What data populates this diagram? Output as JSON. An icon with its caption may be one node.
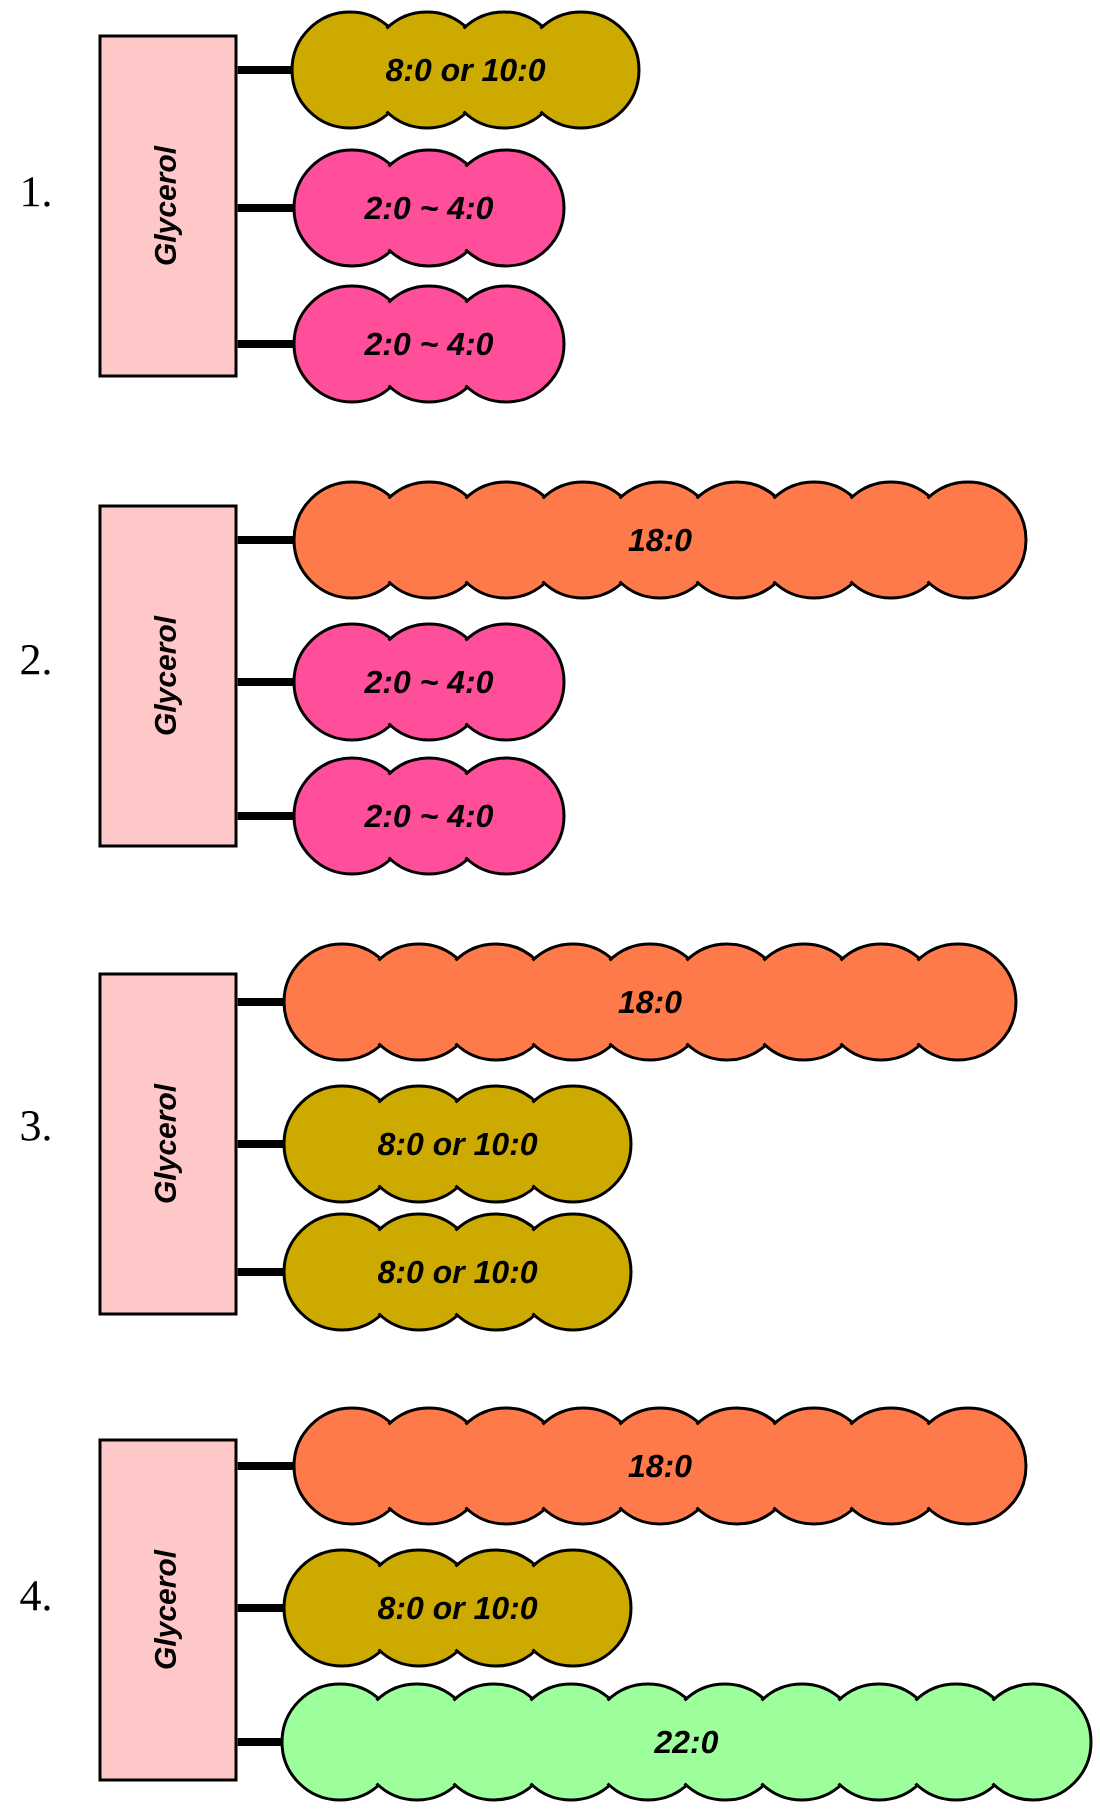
{
  "diagram": {
    "nodes": [
      {
        "text": [
          "Glycerol"
        ]
      },
      {
        "text": [
          "8:0 or 10:0"
        ]
      },
      {
        "text": [
          "2:0 ~ 4:0"
        ]
      },
      {
        "text": [
          "2:0 ~ 4:0"
        ]
      },
      {
        "text": [
          "Glycerol"
        ]
      },
      {
        "text": [
          "18:0"
        ]
      },
      {
        "text": [
          "2:0 ~ 4:0"
        ]
      },
      {
        "text": [
          "2:0 ~ 4:0"
        ]
      },
      {
        "text": [
          "Glycerol"
        ]
      },
      {
        "text": [
          "18:0"
        ]
      },
      {
        "text": [
          "8:0 or 10:0"
        ]
      },
      {
        "text": [
          "8:0 or 10:0"
        ]
      },
      {
        "text": [
          "Glycerol"
        ]
      },
      {
        "text": [
          "18:0"
        ]
      },
      {
        "text": [
          "8:0 or 10:0"
        ]
      },
      {
        "text": [
          "22:0"
        ]
      }
    ],
    "edges": [
      {
        "from": 0,
        "to": 1,
        "arrow": "none"
      },
      {
        "from": 0,
        "to": 2,
        "arrow": "none"
      },
      {
        "from": 0,
        "to": 3,
        "arrow": "none"
      },
      {
        "from": 4,
        "to": 5,
        "arrow": "none"
      },
      {
        "from": 4,
        "to": 6,
        "arrow": "none"
      },
      {
        "from": 4,
        "to": 7,
        "arrow": "none"
      },
      {
        "from": 8,
        "to": 9,
        "arrow": "none"
      },
      {
        "from": 8,
        "to": 10,
        "arrow": "none"
      },
      {
        "from": 8,
        "to": 11,
        "arrow": "none"
      },
      {
        "from": 12,
        "to": 13,
        "arrow": "none"
      },
      {
        "from": 12,
        "to": 14,
        "arrow": "none"
      },
      {
        "from": 12,
        "to": 15,
        "arrow": "none"
      }
    ],
    "labels": [
      "1.",
      "2.",
      "3.",
      "4."
    ]
  }
}
